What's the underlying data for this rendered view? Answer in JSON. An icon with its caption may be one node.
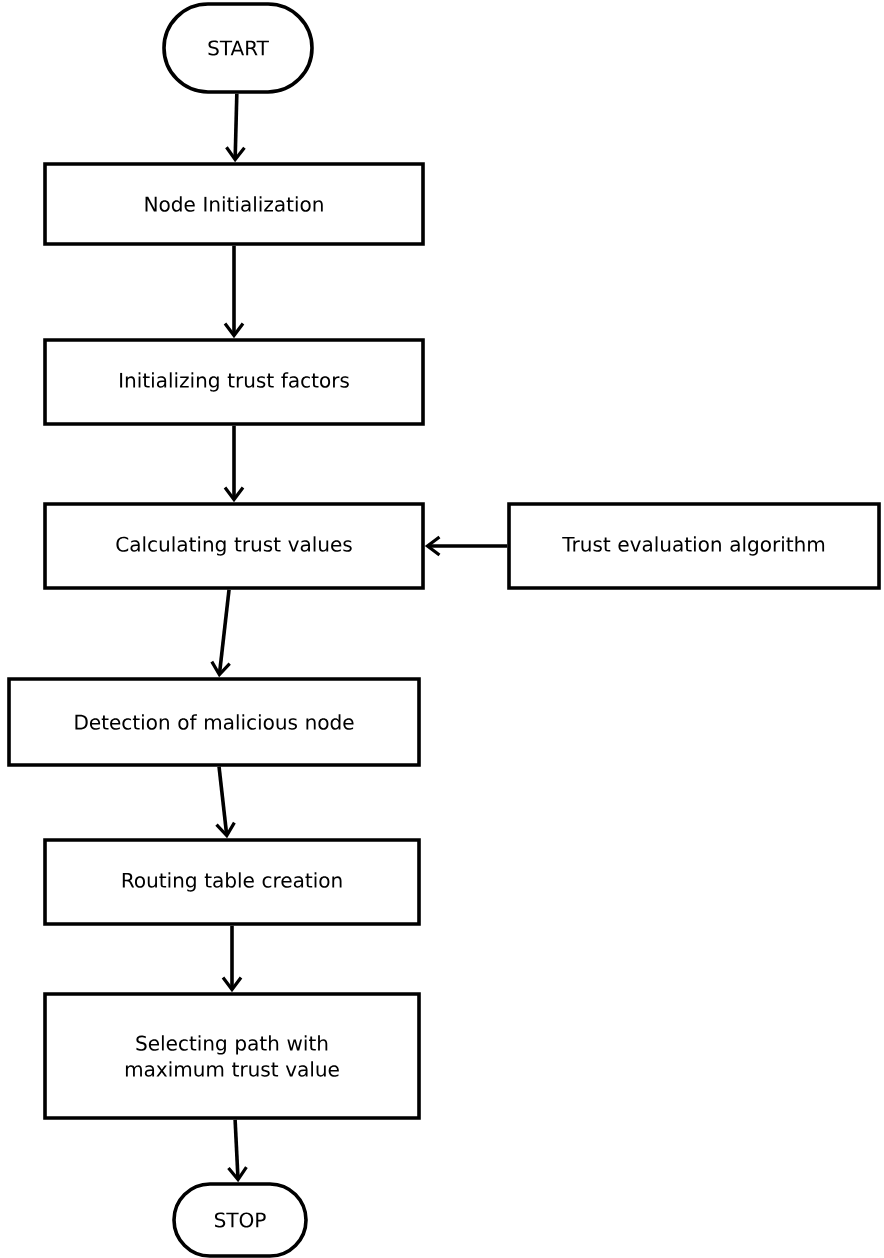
{
  "diagram": {
    "nodes": [
      {
        "text": [
          "START"
        ]
      },
      {
        "text": [
          "Node Initialization"
        ]
      },
      {
        "text": [
          "Initializing trust factors"
        ]
      },
      {
        "text": [
          "Calculating trust values"
        ]
      },
      {
        "text": [
          "Trust evaluation algorithm"
        ]
      },
      {
        "text": [
          "Detection of malicious node"
        ]
      },
      {
        "text": [
          "Routing table creation"
        ]
      },
      {
        "text": [
          "Selecting path with maximum trust value"
        ]
      },
      {
        "text": [
          "STOP"
        ]
      }
    ],
    "edges": [
      {
        "from": 0,
        "to": 1,
        "arrow": "to"
      },
      {
        "from": 1,
        "to": 2,
        "arrow": "to"
      },
      {
        "from": 2,
        "to": 3,
        "arrow": "to"
      },
      {
        "from": 4,
        "to": 3,
        "arrow": "to"
      },
      {
        "from": 3,
        "to": 5,
        "arrow": "to"
      },
      {
        "from": 5,
        "to": 6,
        "arrow": "to"
      },
      {
        "from": 6,
        "to": 7,
        "arrow": "to"
      },
      {
        "from": 7,
        "to": 8,
        "arrow": "to"
      }
    ]
  }
}
